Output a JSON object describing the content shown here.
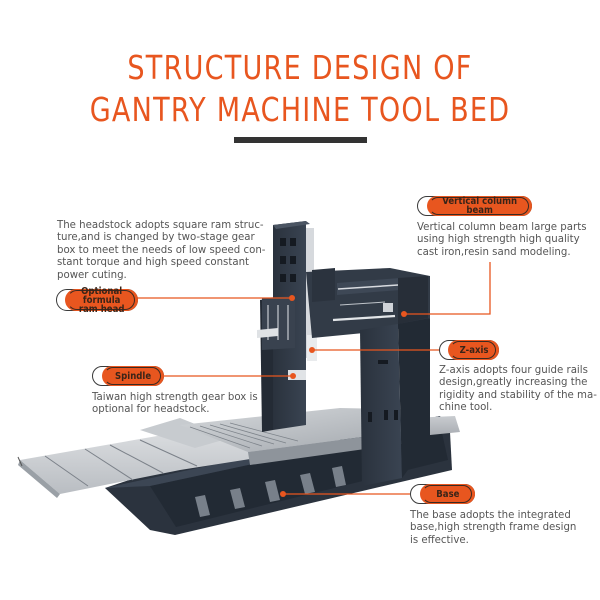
{
  "header": {
    "title_line1": "STRUCTURE DESIGN OF",
    "title_line2": "GANTRY MACHINE TOOL BED"
  },
  "colors": {
    "accent": "#e8561f",
    "machine_dark": "#2c3440",
    "text": "#555555",
    "bar": "#333333"
  },
  "callouts": [
    {
      "id": "ram-head",
      "label": "Optional formula ram head",
      "label_line1": "Optional formula",
      "label_line2": "ram head",
      "description": "The headstock adopts square ram structure,and is changed by two-stage gear box to meet the needs of low speed constant torque and high speed constant power cuting.",
      "description_lines": [
        "The headstock adopts square ram struc-",
        "ture,and is changed by two-stage gear",
        "box to meet the needs of low speed con-",
        "stant torque and high speed constant",
        "power cuting."
      ]
    },
    {
      "id": "vertical-column-beam",
      "label": "Vertical column beam",
      "description": "Vertical column beam large parts using high strength high quality cast iron,resin sand modeling.",
      "description_lines": [
        "Vertical column beam large parts",
        "using high strength high quality",
        "cast iron,resin sand modeling."
      ]
    },
    {
      "id": "z-axis",
      "label": "Z-axis",
      "description": "Z-axis adopts four guide rails design,greatly increasing the rigidity and stability of the machine tool.",
      "description_lines": [
        "Z-axis adopts four guide rails",
        "design,greatly increasing the",
        "rigidity and stability of the ma-",
        "chine tool."
      ]
    },
    {
      "id": "spindle",
      "label": "Spindle",
      "description": "Taiwan high strength gear box is optional for headstock.",
      "description_lines": [
        "Taiwan high strength gear box is",
        "optional for headstock."
      ]
    },
    {
      "id": "base",
      "label": "Base",
      "description": "The base adopts the integrated base,high strength frame design is effective.",
      "description_lines": [
        "The base adopts the integrated",
        "base,high strength frame design",
        "is effective."
      ]
    }
  ]
}
